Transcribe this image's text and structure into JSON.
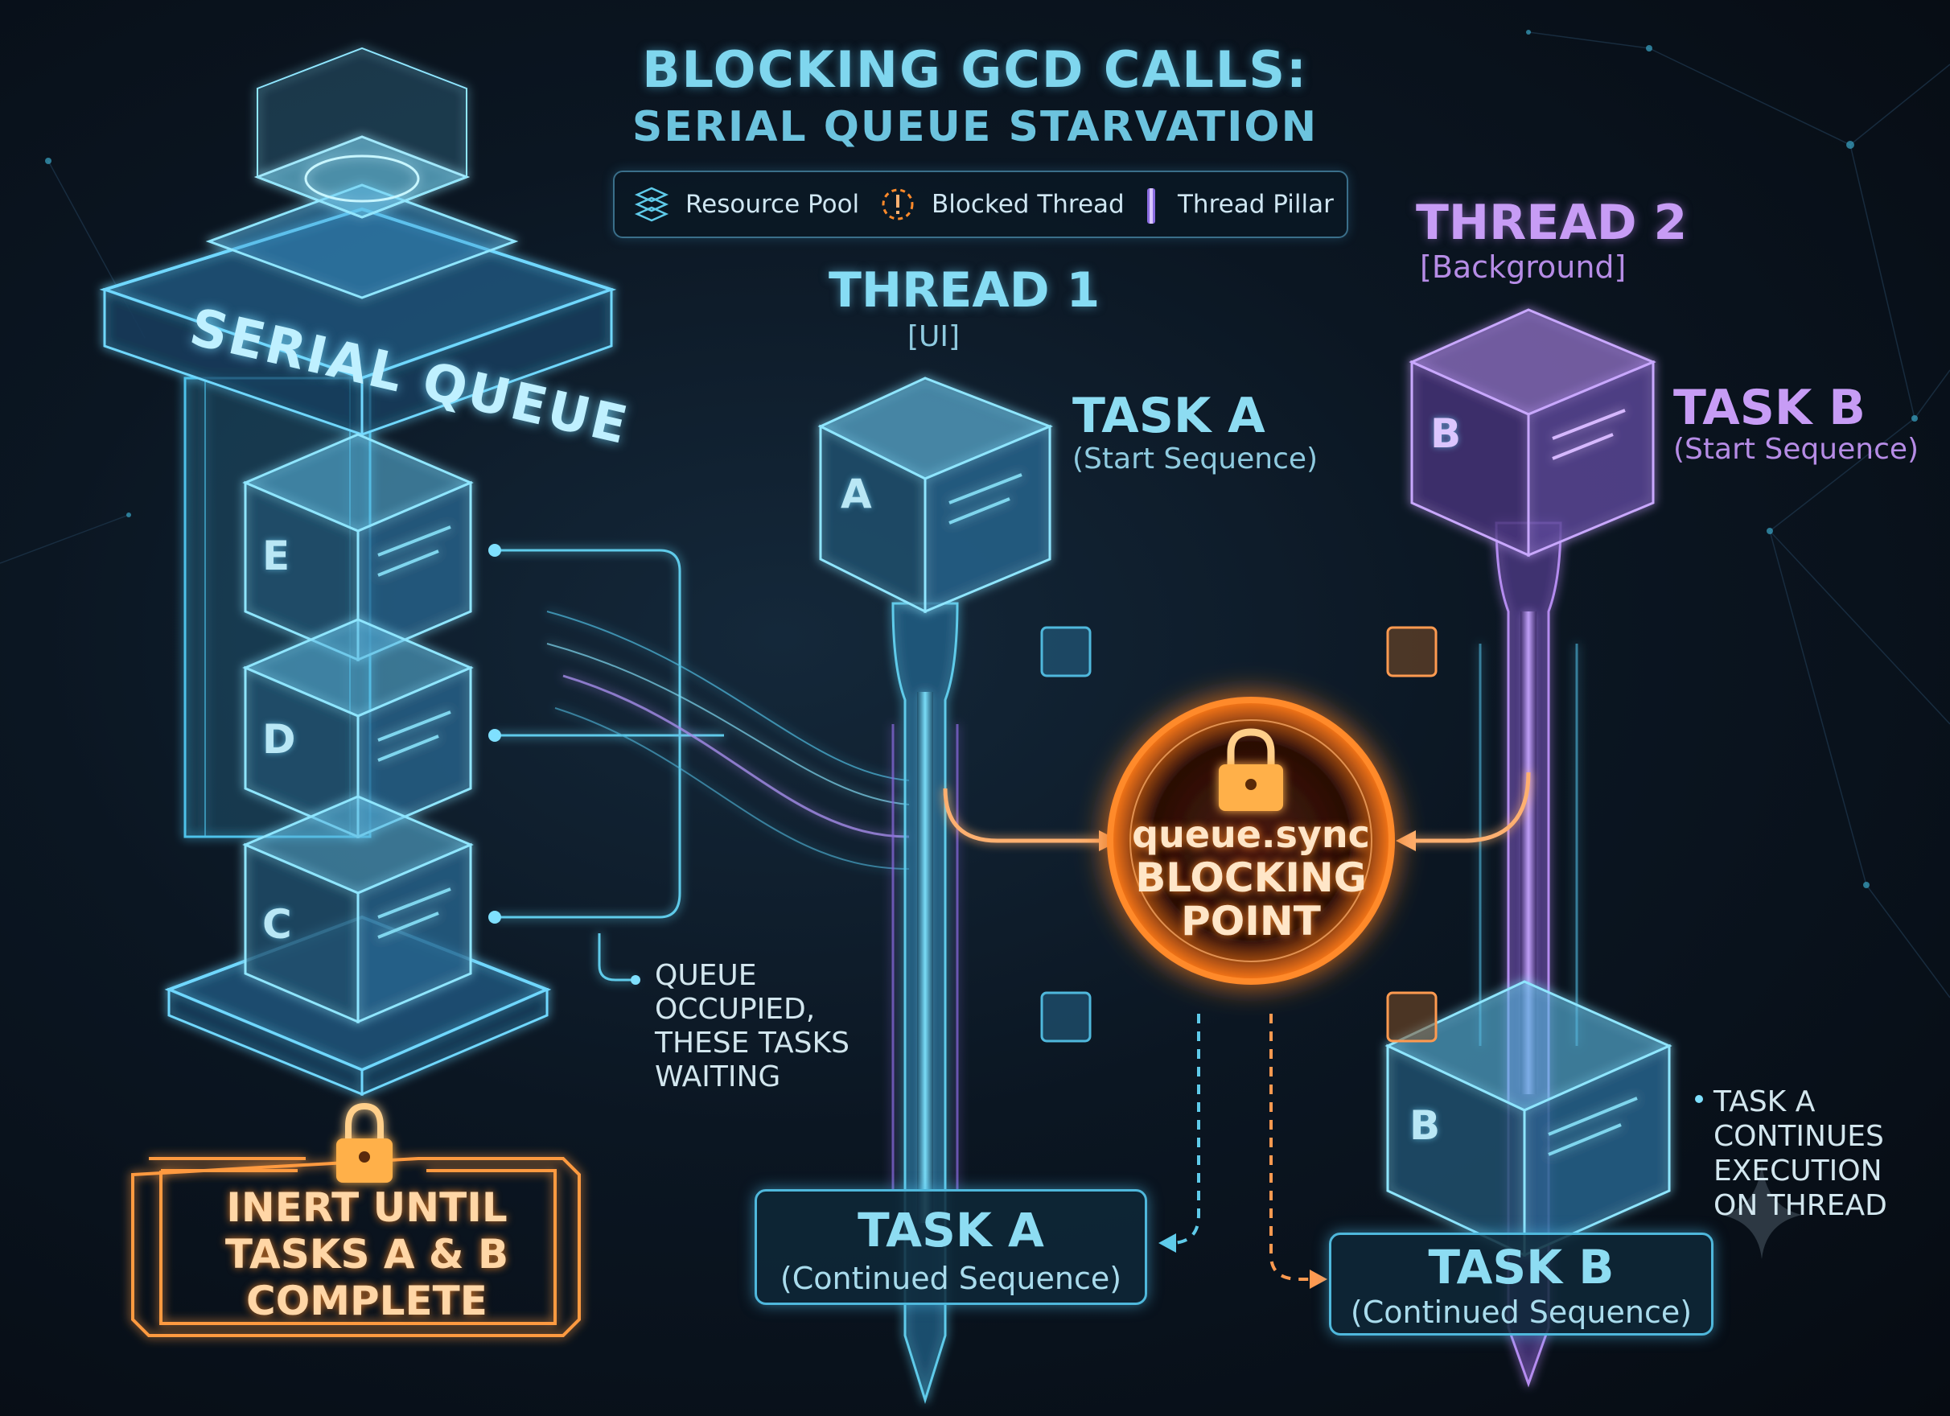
{
  "title": {
    "line1": "BLOCKING GCD CALLS:",
    "line2": "SERIAL QUEUE STARVATION"
  },
  "legend": {
    "resource_pool": "Resource Pool",
    "blocked_thread": "Blocked Thread",
    "thread_pillar": "Thread Pillar"
  },
  "serial_queue": {
    "label": "SERIAL QUEUE",
    "tasks": [
      "E",
      "D",
      "C"
    ]
  },
  "thread1": {
    "title": "THREAD 1",
    "subtitle": "[UI]",
    "task_title": "TASK A",
    "task_sub": "(Start Sequence)",
    "cube_letter": "A"
  },
  "thread2": {
    "title": "THREAD 2",
    "subtitle": "[Background]",
    "task_title": "TASK B",
    "task_sub": "(Start Sequence)",
    "cube_letter": "B",
    "lower_cube_letter": "B"
  },
  "blocking_point": {
    "line1": "queue.sync",
    "line2": "BLOCKING",
    "line3": "POINT"
  },
  "queue_note": "QUEUE\nOCCUPIED,\nTHESE TASKS\nWAITING",
  "inert_note": "INERT UNTIL\nTASKS A & B\nCOMPLETE",
  "continue_note": "TASK A\nCONTINUES\nEXECUTION\nON THREAD",
  "continued_a": {
    "title": "TASK A",
    "sub": "(Continued Sequence)"
  },
  "continued_b": {
    "title": "TASK B",
    "sub": "(Continued Sequence)"
  },
  "colors": {
    "cyan": "#5fd0f0",
    "purple": "#b58cf0",
    "orange": "#ff8a2a",
    "background": "#0b1622"
  }
}
